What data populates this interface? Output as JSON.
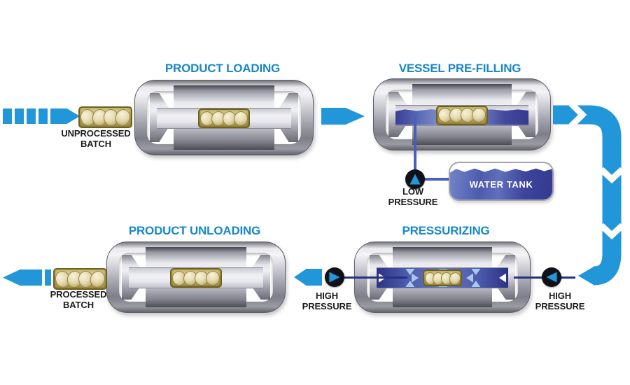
{
  "palette": {
    "arrow_blue": "#2196d8",
    "title_blue": "#1787c9",
    "pipe_navy": "#24327f",
    "pipe_light": "#4a5fb5",
    "water_dark": "#2c3287",
    "water_light": "#9aa6d6",
    "label_dark": "#1b1b1d",
    "metal_dark": "#63636c",
    "metal_light": "#f4f4f7",
    "batch_gold": "#c9b965",
    "pressure_triangle": "#a9c8ee"
  },
  "titles": {
    "loading": "PRODUCT LOADING",
    "prefilling": "VESSEL PRE-FILLING",
    "pressurizing": "PRESSURIZING",
    "unloading": "PRODUCT UNLOADING"
  },
  "labels": {
    "unprocessed_line1": "UNPROCESSED",
    "unprocessed_line2": "BATCH",
    "processed_line1": "PROCESSED",
    "processed_line2": "BATCH",
    "low_pressure_line1": "LOW",
    "low_pressure_line2": "PRESSURE",
    "high_pressure_left_line1": "HIGH",
    "high_pressure_left_line2": "PRESSURE",
    "high_pressure_right_line1": "HIGH",
    "high_pressure_right_line2": "PRESSURE",
    "water_tank": "WATER TANK"
  }
}
